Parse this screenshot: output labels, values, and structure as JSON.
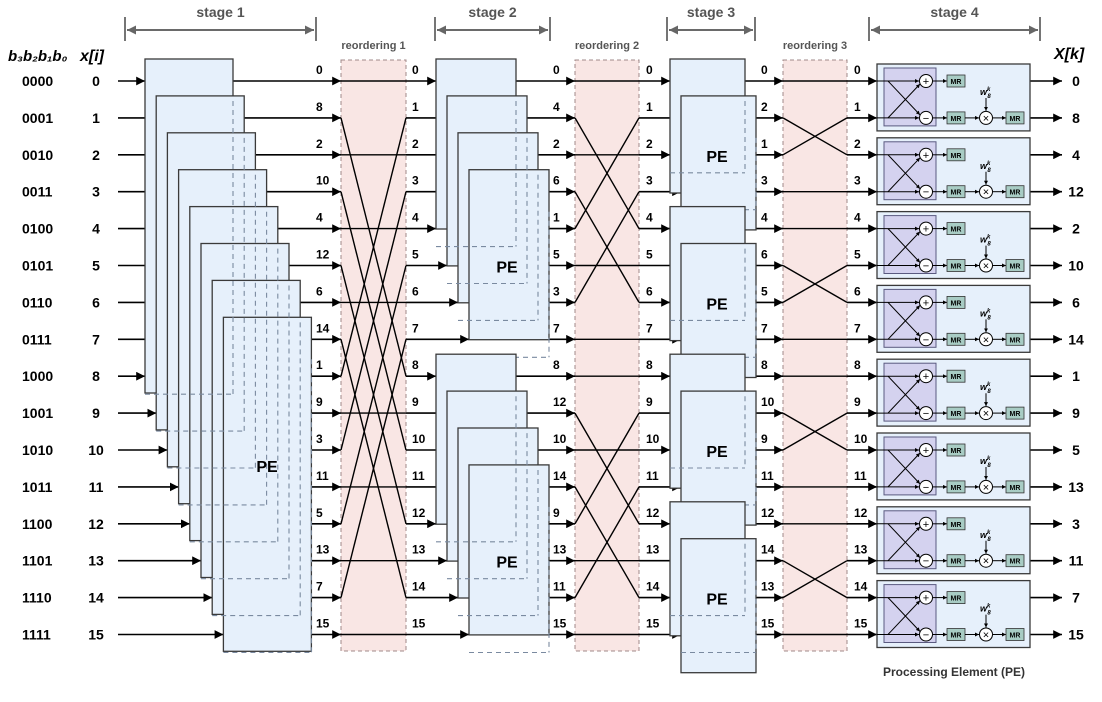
{
  "colors": {
    "pe_fill": "#e6f0fb",
    "pe_stroke": "#3a3a3a",
    "reorder_fill": "#f9e6e4",
    "reorder_stroke": "#a08888",
    "bracket": "#666666",
    "wire": "#000000",
    "butterfly_fill": "#d4d2ef",
    "mr_fill": "#a8ccc4",
    "label_gray": "#555555"
  },
  "headers": {
    "bits": "b₃b₂b₁b₀",
    "input": "x[i]",
    "output": "X[k]"
  },
  "stages": [
    "stage 1",
    "stage 2",
    "stage 3",
    "stage 4"
  ],
  "reorderings": [
    "reordering 1",
    "reordering 2",
    "reordering 3"
  ],
  "pe_label": "PE",
  "mr_label": "MR",
  "twiddle_label": "w",
  "twiddle_sub": "8",
  "twiddle_sup": "k",
  "plus": "+",
  "minus": "−",
  "times": "×",
  "caption": "Processing Element (PE)",
  "rows": {
    "binary": [
      "0000",
      "0001",
      "0010",
      "0011",
      "0100",
      "0101",
      "0110",
      "0111",
      "1000",
      "1001",
      "1010",
      "1011",
      "1100",
      "1101",
      "1110",
      "1111"
    ],
    "inputs": [
      "0",
      "1",
      "2",
      "3",
      "4",
      "5",
      "6",
      "7",
      "8",
      "9",
      "10",
      "11",
      "12",
      "13",
      "14",
      "15"
    ],
    "stage1_out": [
      "0",
      "8",
      "2",
      "10",
      "4",
      "12",
      "6",
      "14",
      "1",
      "9",
      "3",
      "11",
      "5",
      "13",
      "7",
      "15"
    ],
    "stage2_in": [
      "0",
      "1",
      "2",
      "3",
      "4",
      "5",
      "6",
      "7",
      "8",
      "9",
      "10",
      "11",
      "12",
      "13",
      "14",
      "15"
    ],
    "stage2_out": [
      "0",
      "4",
      "2",
      "6",
      "1",
      "5",
      "3",
      "7",
      "8",
      "12",
      "10",
      "14",
      "9",
      "13",
      "11",
      "15"
    ],
    "stage3_in": [
      "0",
      "1",
      "2",
      "3",
      "4",
      "5",
      "6",
      "7",
      "8",
      "9",
      "10",
      "11",
      "12",
      "13",
      "14",
      "15"
    ],
    "stage3_out": [
      "0",
      "2",
      "1",
      "3",
      "4",
      "6",
      "5",
      "7",
      "8",
      "10",
      "9",
      "11",
      "12",
      "14",
      "13",
      "15"
    ],
    "stage4_in": [
      "0",
      "1",
      "2",
      "3",
      "4",
      "5",
      "6",
      "7",
      "8",
      "9",
      "10",
      "11",
      "12",
      "13",
      "14",
      "15"
    ],
    "outputs": [
      "0",
      "8",
      "4",
      "12",
      "2",
      "10",
      "6",
      "14",
      "1",
      "9",
      "5",
      "13",
      "3",
      "11",
      "7",
      "15"
    ]
  }
}
